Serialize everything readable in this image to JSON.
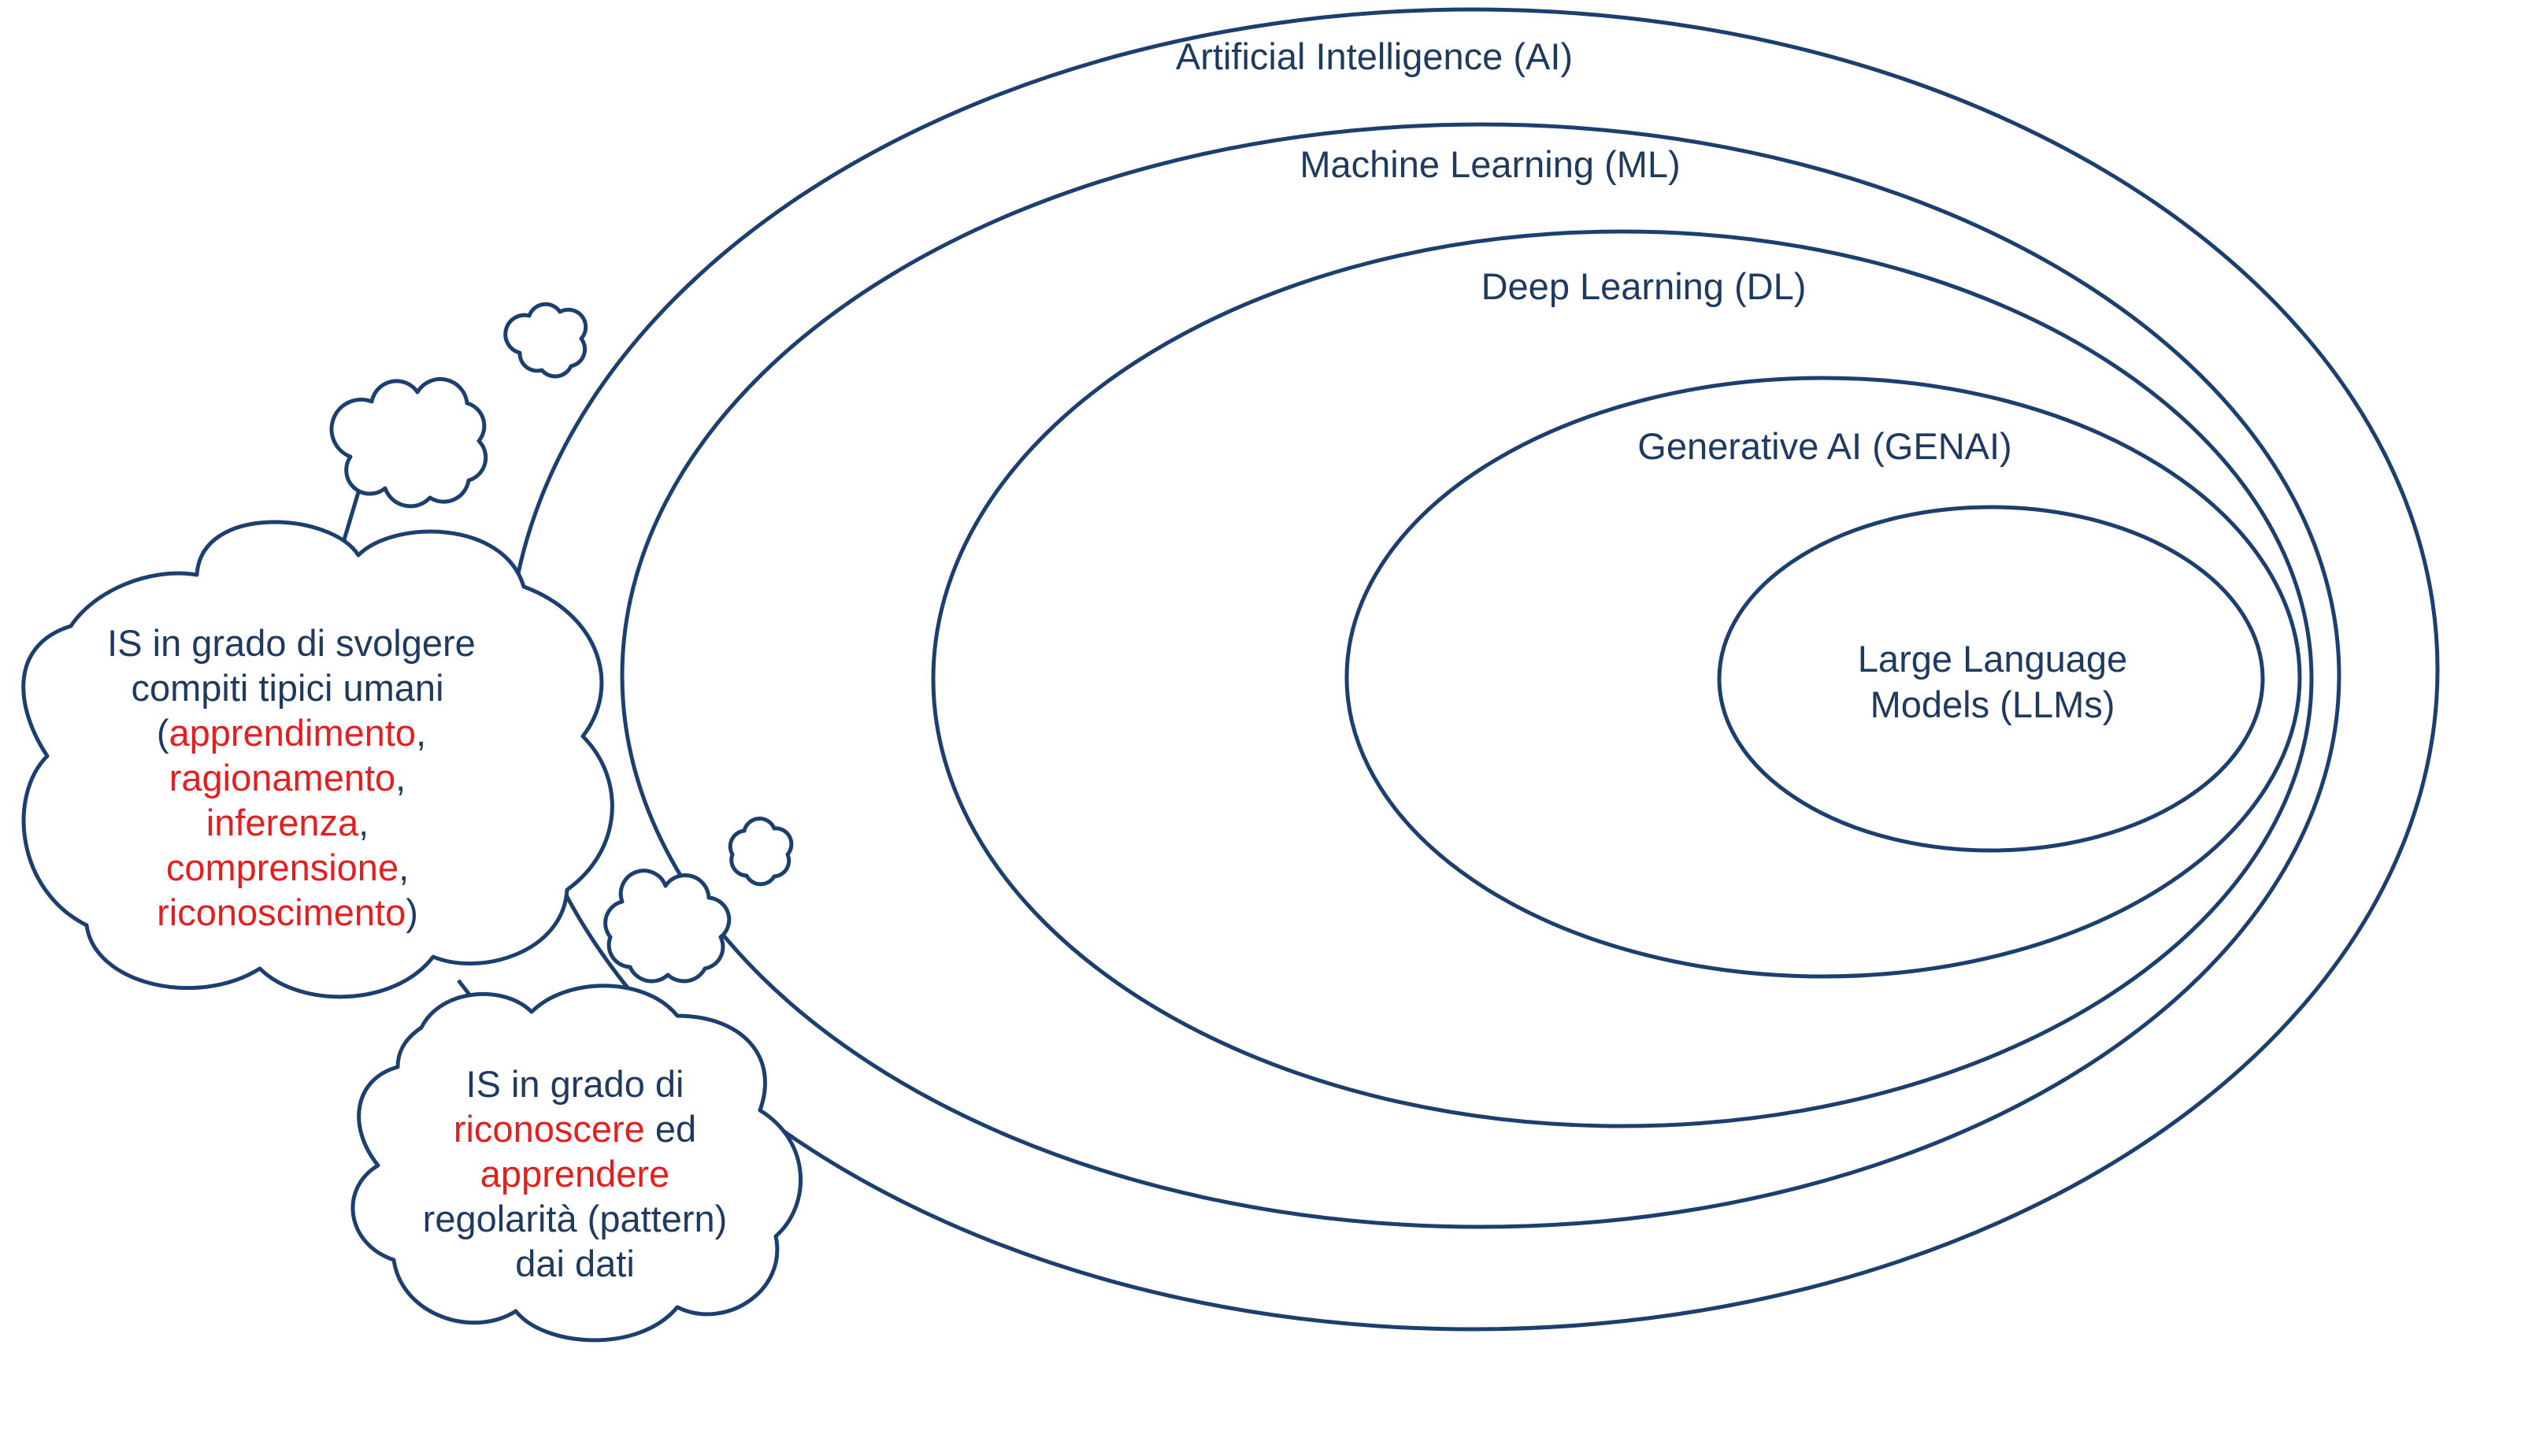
{
  "colors": {
    "stroke": "#1b3f6e",
    "text": "#1f3a5f",
    "highlight": "#e41f1f"
  },
  "sets": {
    "ai": "Artificial Intelligence (AI)",
    "ml": "Machine Learning (ML)",
    "dl": "Deep Learning (DL)",
    "genai": "Generative AI (GENAI)",
    "llm_line1": "Large Language",
    "llm_line2": "Models (LLMs)"
  },
  "callout_ai": {
    "line1": "IS in grado di svolgere",
    "line2": "compiti tipici umani",
    "open_paren": "(",
    "item1": "apprendimento",
    "item2": "ragionamento",
    "item3": "inferenza",
    "item4": "comprensione",
    "item5": "riconoscimento",
    "comma": ",",
    "close_paren": ")"
  },
  "callout_ml": {
    "line1": "IS in grado di",
    "verb1": "riconoscere",
    "conj": " ed",
    "verb2": "apprendere",
    "line4": "regolarità (pattern)",
    "line5": "dai dati"
  }
}
